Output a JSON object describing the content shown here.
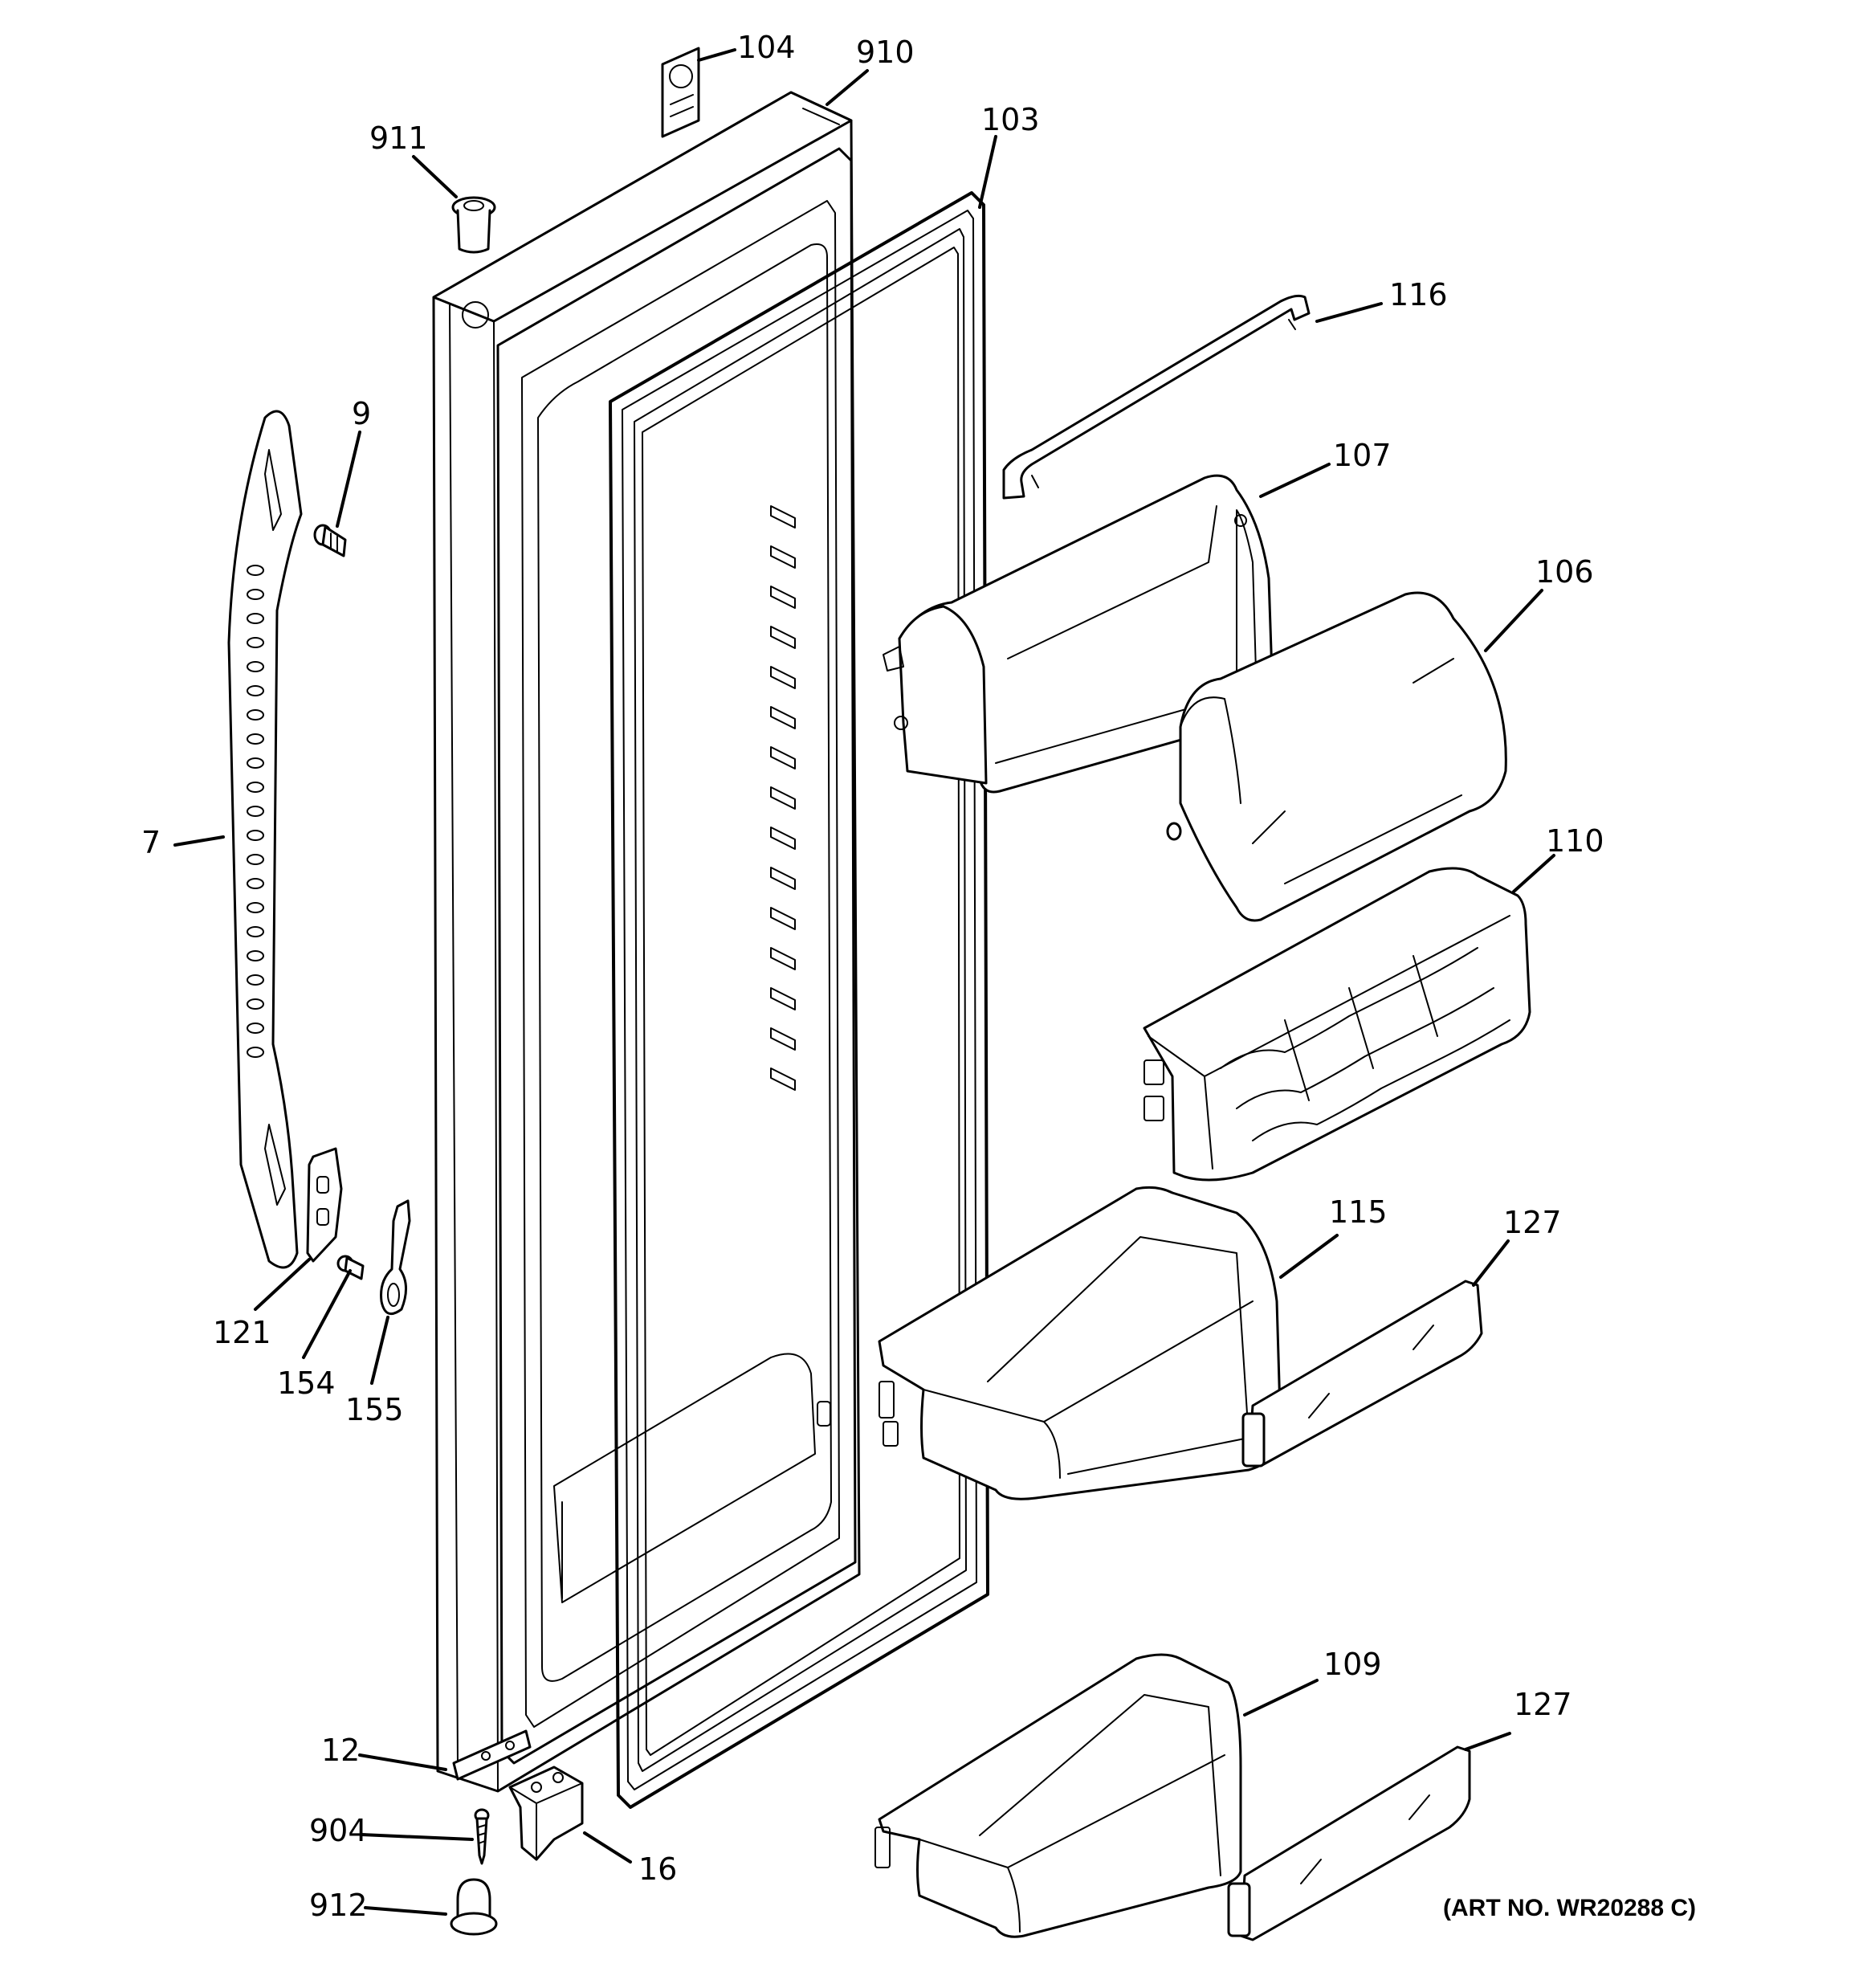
{
  "callouts": {
    "c104": "104",
    "c910": "910",
    "c911": "911",
    "c103": "103",
    "c116": "116",
    "c9": "9",
    "c107": "107",
    "c106": "106",
    "c7": "7",
    "c110": "110",
    "c115": "115",
    "c127a": "127",
    "c121": "121",
    "c154": "154",
    "c155": "155",
    "c109": "109",
    "c127b": "127",
    "c12": "12",
    "c904": "904",
    "c16": "16",
    "c912": "912"
  },
  "art_number": "(ART NO. WR20288 C)"
}
